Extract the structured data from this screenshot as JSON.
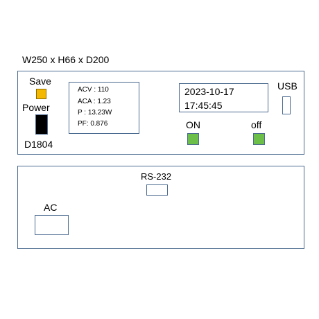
{
  "dimensions": "W250 x H66 x D200",
  "front_panel": {
    "save": {
      "label": "Save",
      "color": "#f5b800"
    },
    "power": {
      "label": "Power",
      "color": "#000000"
    },
    "model": "D1804",
    "readings": {
      "acv": "ACV : 110",
      "aca": "ACA : 1.23",
      "p": "P : 13.23W",
      "pf": "PF: 0.876"
    },
    "clock": {
      "date": "2023-10-17",
      "time": "17:45:45"
    },
    "on": {
      "label": "ON",
      "color": "#6cc04a"
    },
    "off": {
      "label": "off",
      "color": "#6cc04a"
    },
    "usb": {
      "label": "USB"
    }
  },
  "rear_panel": {
    "rs232": {
      "label": "RS-232"
    },
    "ac": {
      "label": "AC"
    }
  },
  "colors": {
    "outline": "#4a6a8f"
  }
}
